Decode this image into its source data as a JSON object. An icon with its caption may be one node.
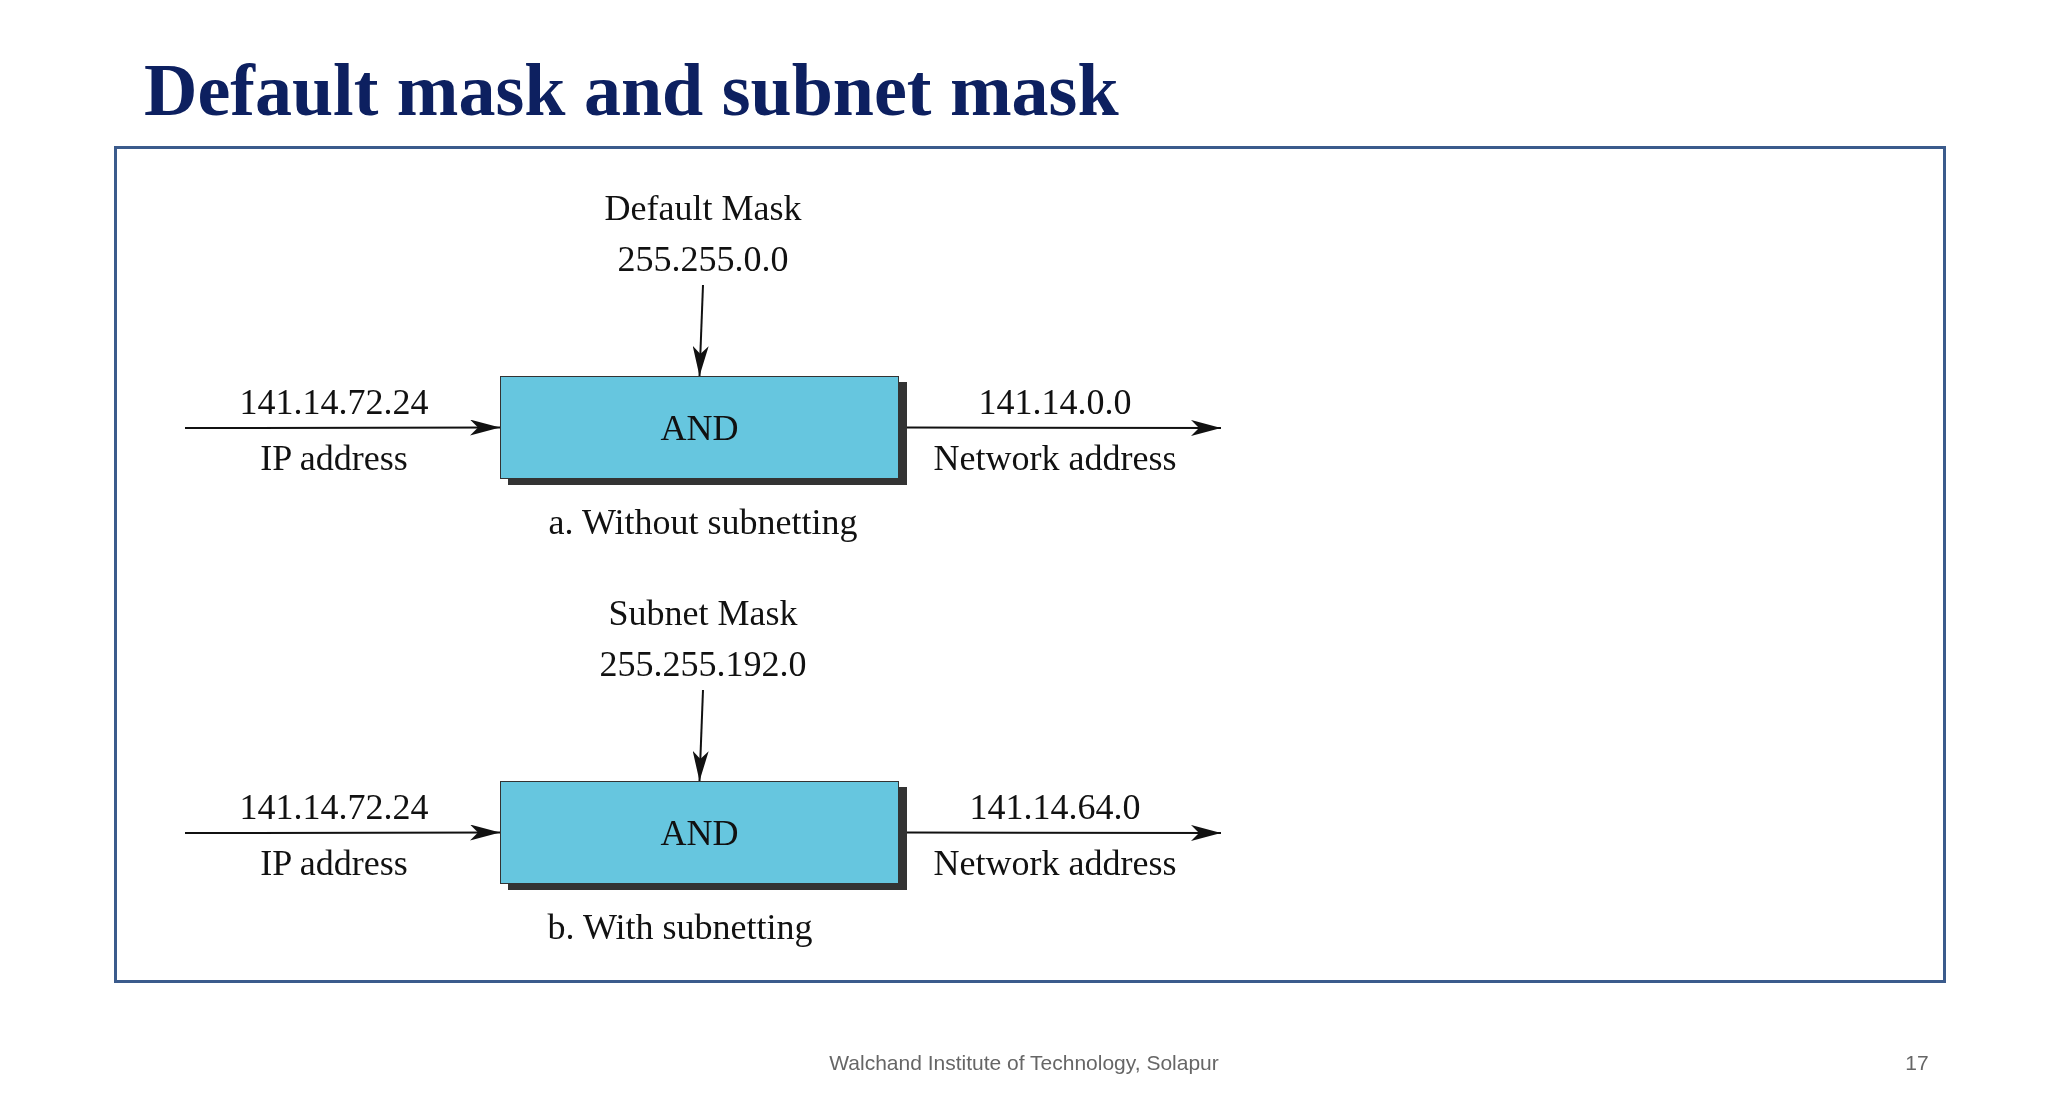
{
  "diagram": {
    "title": "Default mask and subnet mask",
    "nodes": [
      {
        "text": [
          "Default Mask",
          "255.255.0.0"
        ]
      },
      {
        "text": [
          "AND"
        ]
      },
      {
        "text": [
          "Subnet Mask",
          "255.255.192.0"
        ]
      },
      {
        "text": [
          "AND"
        ]
      }
    ],
    "edges": [
      {
        "from": 0,
        "to": 1,
        "arrow": "to"
      },
      {
        "from": null,
        "to": 1,
        "arrow": "to",
        "label": "141.14.72.24"
      },
      {
        "from": 1,
        "to": null,
        "arrow": "to",
        "label": "141.14.0.0"
      },
      {
        "from": 2,
        "to": 3,
        "arrow": "to"
      },
      {
        "from": null,
        "to": 3,
        "arrow": "to",
        "label": "141.14.72.24"
      },
      {
        "from": 3,
        "to": null,
        "arrow": "to",
        "label": "141.14.64.0"
      }
    ],
    "labels": [
      "IP address",
      "Network address",
      "a. Without subnetting",
      "IP address",
      "Network address",
      "b. With subnetting",
      "Walchand Institute of Technology, Solapur",
      "17"
    ]
  }
}
